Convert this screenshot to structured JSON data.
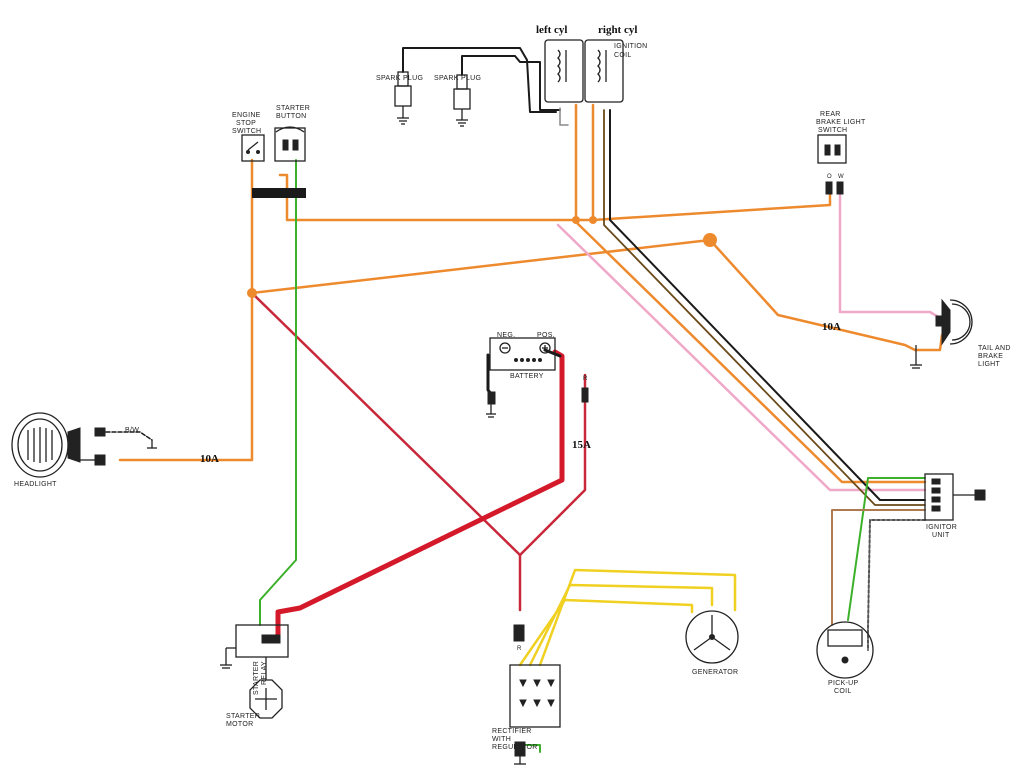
{
  "labels": {
    "left_cyl": "left cyl",
    "right_cyl": "right cyl",
    "ignition_coil_1": "IGNITION",
    "ignition_coil_2": "COIL",
    "spark_plug_1": "SPARK PLUG",
    "spark_plug_2": "SPARK PLUG",
    "engine_stop_1": "ENGINE",
    "engine_stop_2": "STOP",
    "engine_stop_3": "SWITCH",
    "starter_button_1": "STARTER",
    "starter_button_2": "BUTTON",
    "rear_brake_1": "REAR",
    "rear_brake_2": "BRAKE LIGHT",
    "rear_brake_3": "SWITCH",
    "tail_brake_1": "TAIL AND",
    "tail_brake_2": "BRAKE",
    "tail_brake_3": "LIGHT",
    "battery": "BATTERY",
    "battery_neg": "NEG.",
    "battery_pos": "POS.",
    "headlight": "HEADLIGHT",
    "bw": "B/W",
    "fuse_headlight": "10A",
    "fuse_tail": "10A",
    "fuse_main": "15A",
    "ignitor_1": "IGNITOR",
    "ignitor_2": "UNIT",
    "generator": "GENERATOR",
    "pickup_1": "PICK-UP",
    "pickup_2": "COIL",
    "rectifier_1": "RECTIFIER",
    "rectifier_2": "WITH",
    "rectifier_3": "REGULATOR",
    "starter_relay_1": "STARTER",
    "starter_relay_2": "RELAY",
    "starter_motor_1": "STARTER",
    "starter_motor_2": "MOTOR",
    "wire_r1": "R",
    "wire_r2": "R",
    "wire_o": "O",
    "wire_w": "W"
  },
  "wire_colors": {
    "orange": "#ee8a2e",
    "red": "#c8283a",
    "red_heavy": "#d41a2a",
    "green": "#3cb02a",
    "yellow": "#f0d020",
    "pink": "#f0a8c8",
    "black": "#1a1a1a",
    "brown": "#b07a50",
    "dark_brown": "#6b4a1a",
    "gray": "#888888"
  }
}
